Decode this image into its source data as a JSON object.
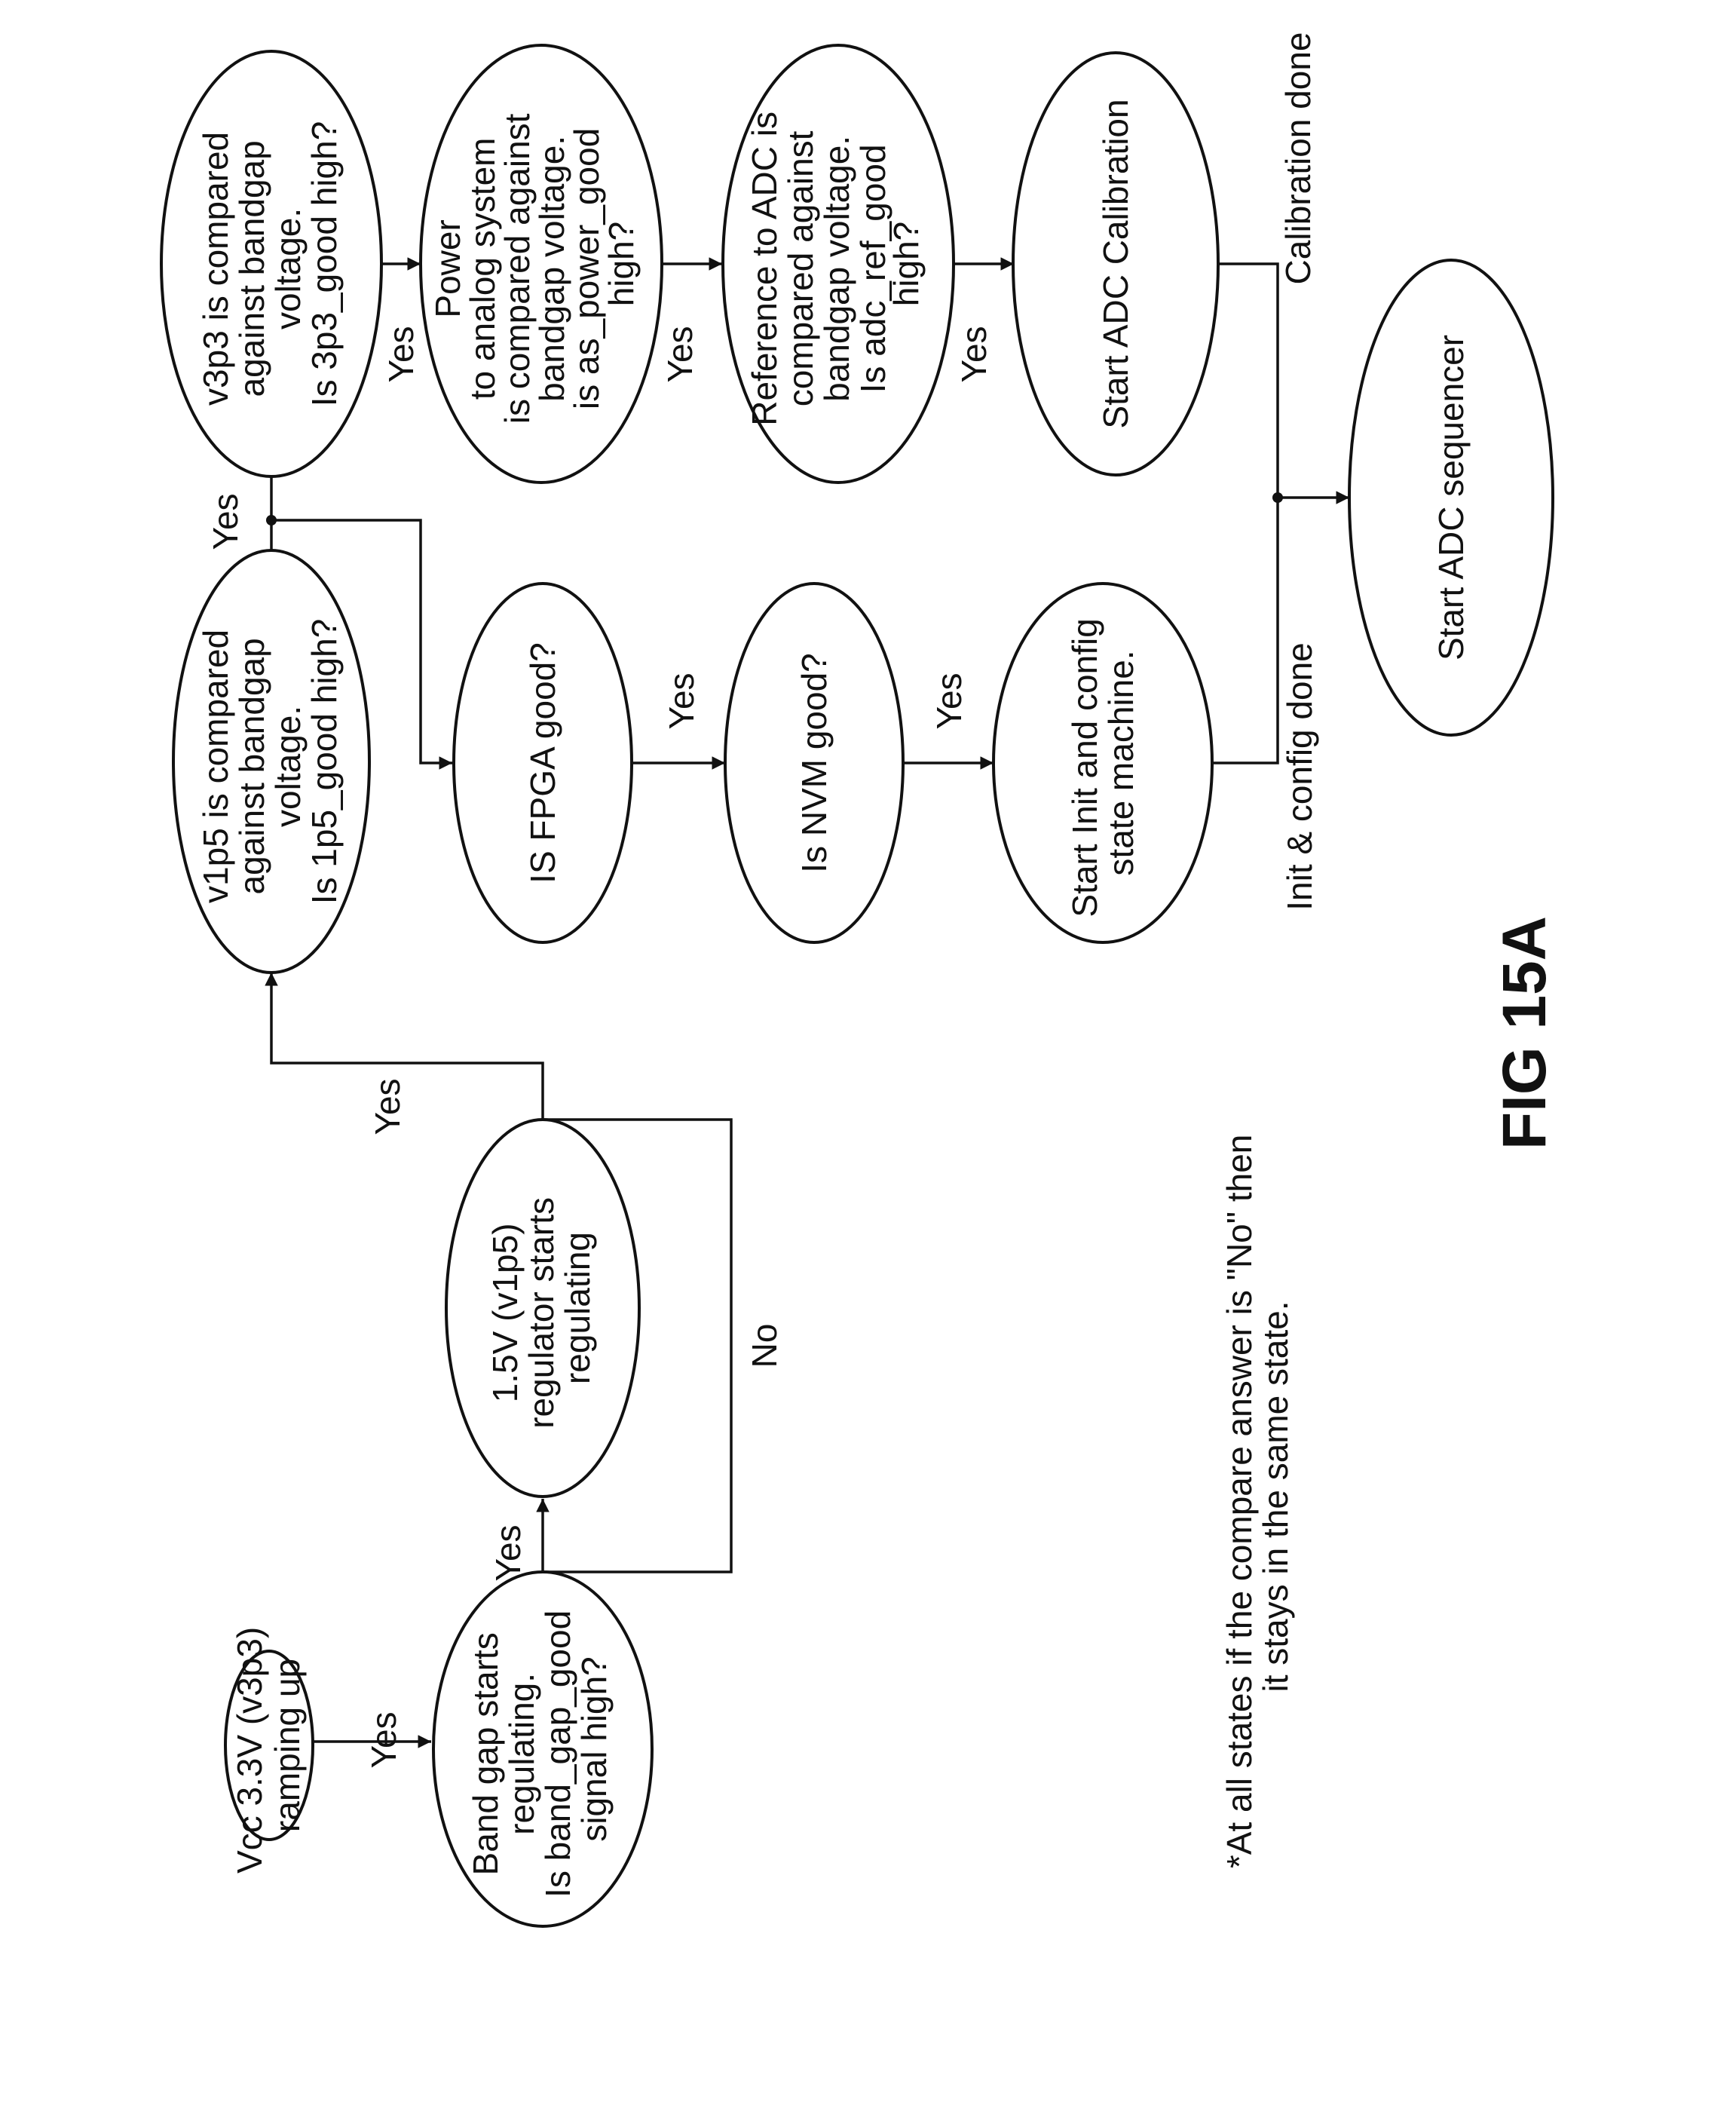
{
  "nodes": [
    {
      "id": "vcc",
      "lines": [
        "Vcc 3.3V (v3p3)",
        "ramping up"
      ]
    },
    {
      "id": "bandgap",
      "lines": [
        "Band gap starts",
        "regulating.",
        "Is band_gap_good",
        "signal high?"
      ]
    },
    {
      "id": "reg1p5",
      "lines": [
        "1.5V (v1p5)",
        "regulator starts",
        "regulating"
      ]
    },
    {
      "id": "v1p5",
      "lines": [
        "v1p5 is compared",
        "against bandgap",
        "voltage.",
        "Is 1p5_good high?"
      ]
    },
    {
      "id": "fpga",
      "lines": [
        "IS FPGA good?"
      ]
    },
    {
      "id": "nvm",
      "lines": [
        "Is NVM good?"
      ]
    },
    {
      "id": "init",
      "lines": [
        "Start Init and config",
        "state machine."
      ]
    },
    {
      "id": "v3p3",
      "lines": [
        "v3p3 is compared",
        "against bandgap",
        "voltage.",
        "Is 3p3_good high?"
      ]
    },
    {
      "id": "power",
      "lines": [
        "Power",
        "to analog system",
        "is compared against",
        "bandgap voltage.",
        "is as_power_good",
        "high?"
      ]
    },
    {
      "id": "adcref",
      "lines": [
        "Reference to ADC is",
        "compared against",
        "bandgap voltage.",
        "Is adc_ref_good",
        "high?"
      ]
    },
    {
      "id": "calib",
      "lines": [
        "Start ADC Calibration"
      ]
    },
    {
      "id": "seq",
      "lines": [
        "Start ADC sequencer"
      ]
    }
  ],
  "edge_labels": {
    "vcc_bandgap": "Yes",
    "bandgap_reg": "Yes",
    "reg_v1p5": "Yes",
    "reg_no": "No",
    "v1p5_yes": "Yes",
    "fpga_nvm": "Yes",
    "nvm_init": "Yes",
    "v3p3_power": "Yes",
    "power_adcref": "Yes",
    "adcref_calib": "Yes",
    "init_done": "Init & config done",
    "calib_done": "Calibration done"
  },
  "note": [
    "*At all states if the compare answer is \"No\" then",
    "it stays in the same state."
  ],
  "figure_label": "FIG 15A"
}
